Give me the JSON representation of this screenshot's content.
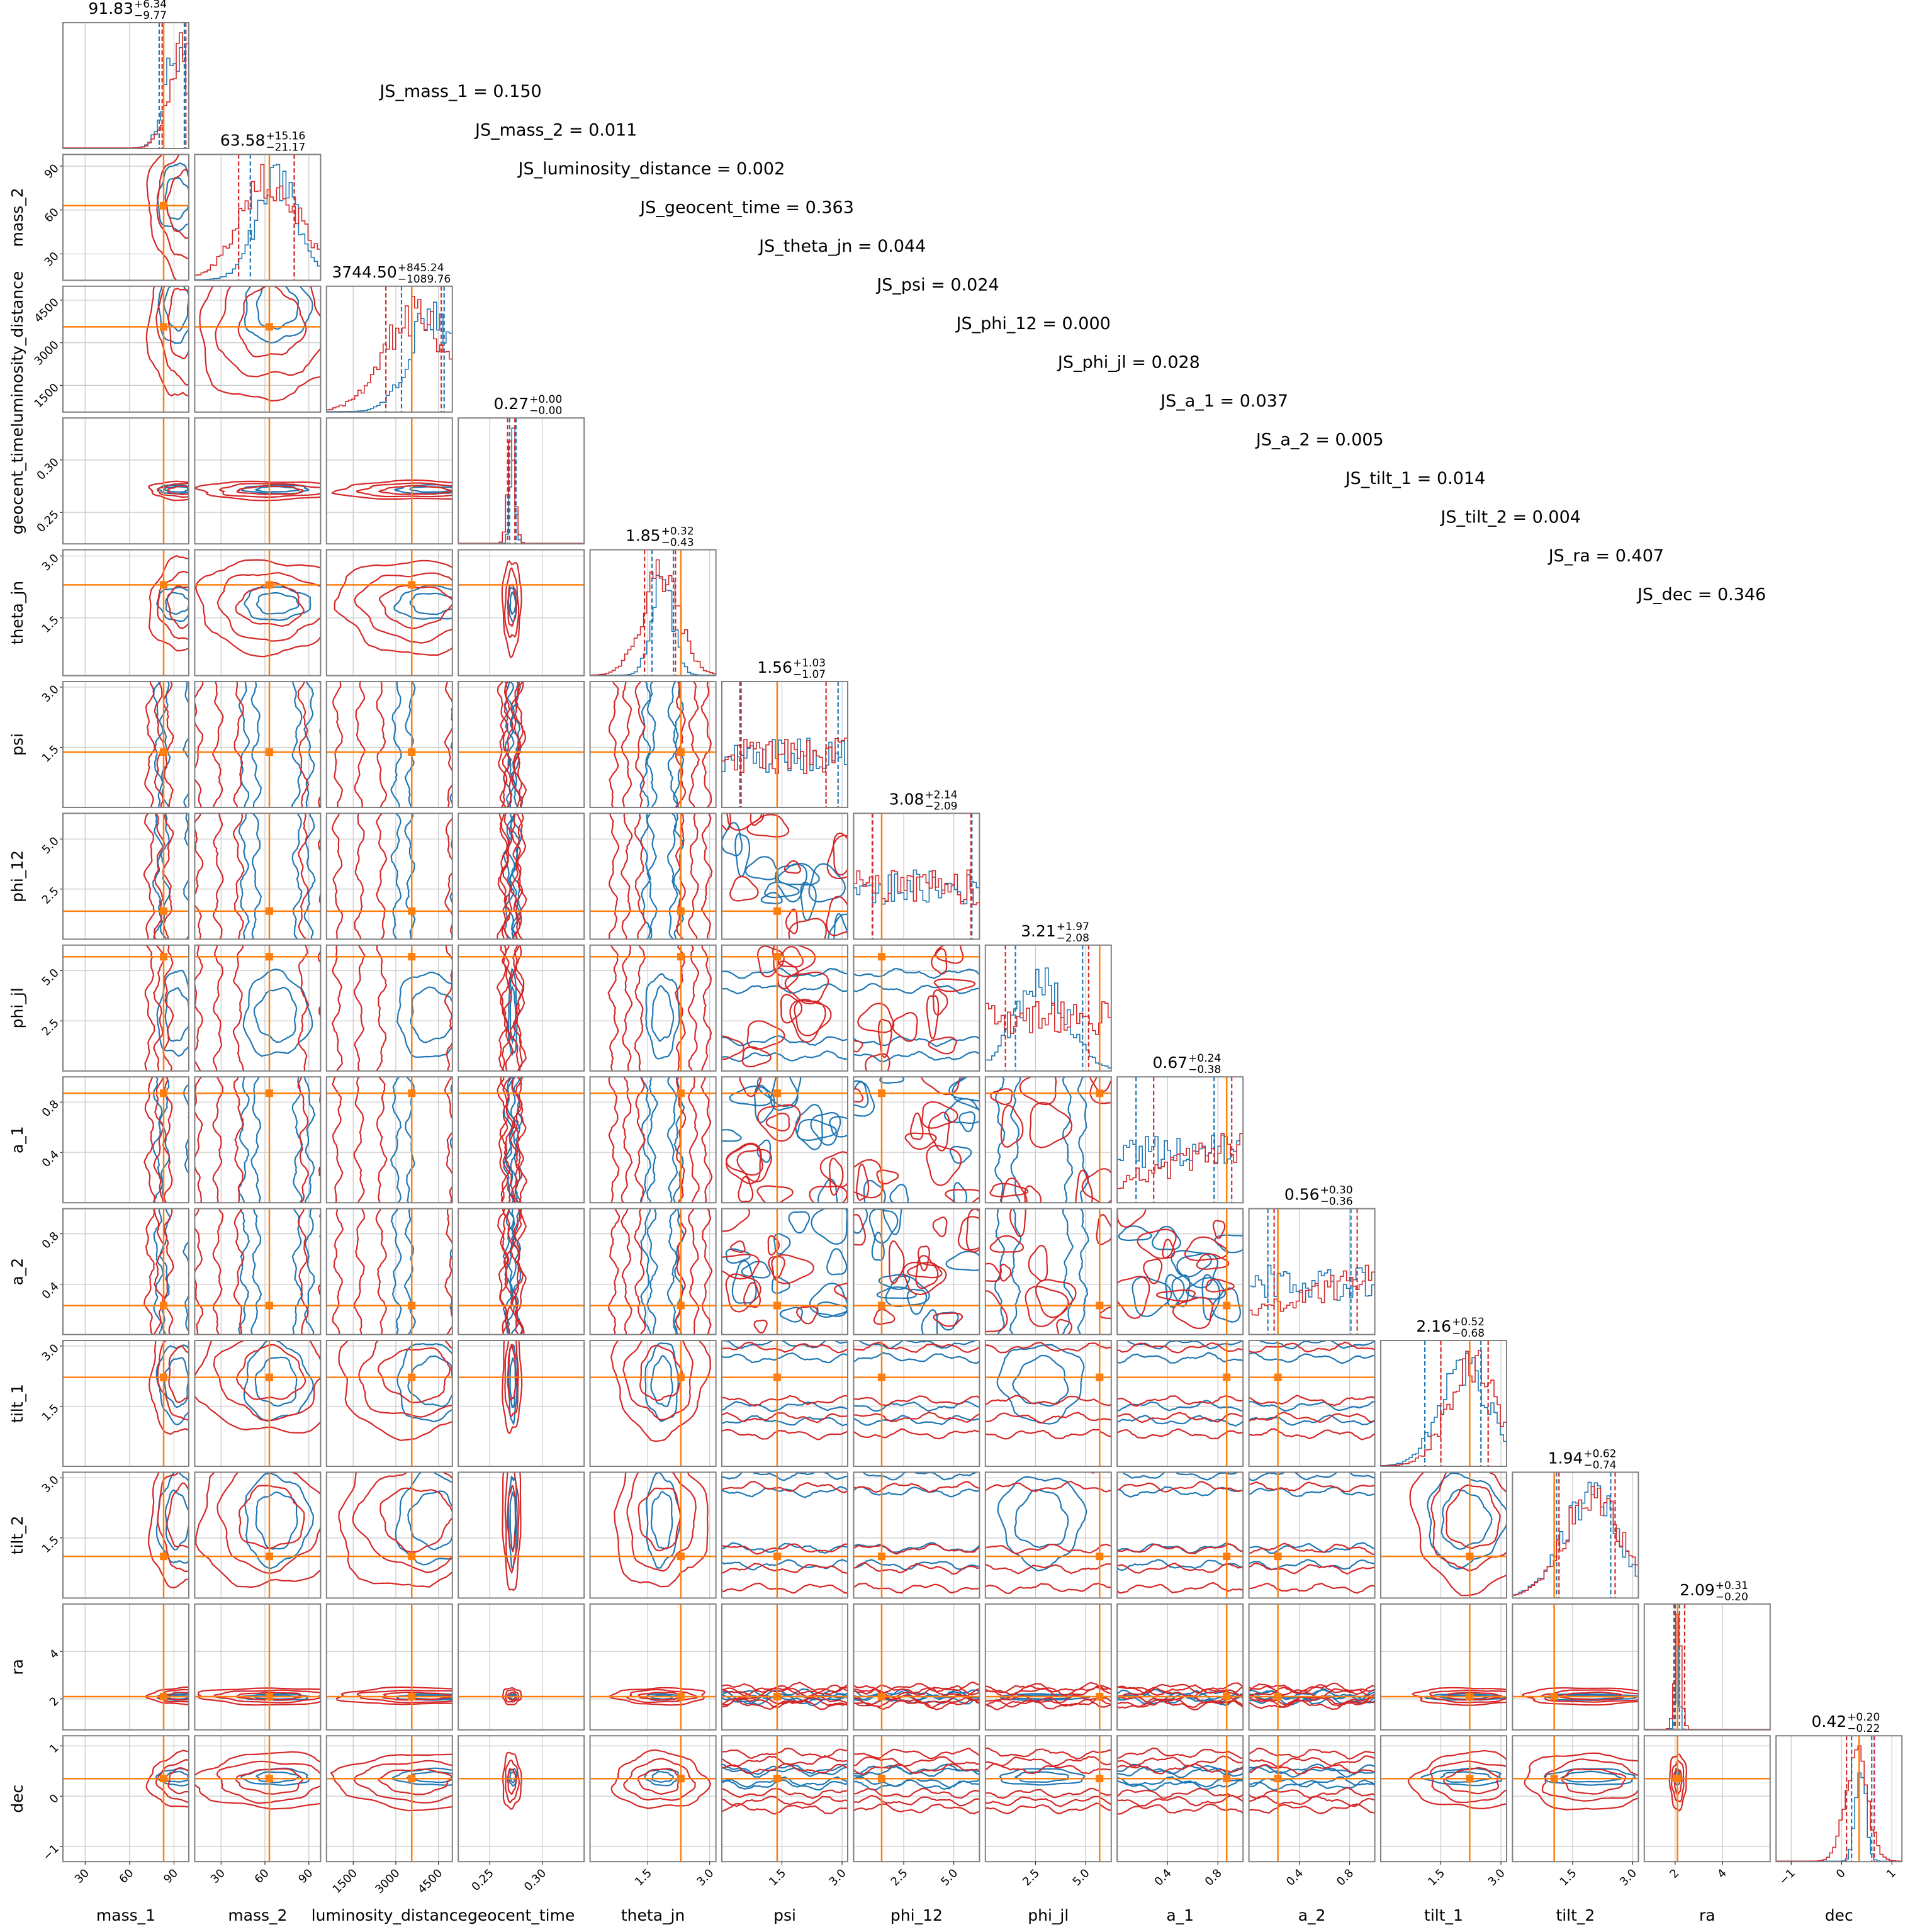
{
  "chart_data": {
    "type": "corner",
    "colors": {
      "blue": "#1f77b4",
      "red": "#d62728",
      "truth": "#ff7f0e",
      "grid": "#c8c8c8",
      "frame": "#808080"
    },
    "series": [
      "blue",
      "red"
    ],
    "params": [
      {
        "name": "mass_1",
        "range": [
          15,
          100
        ],
        "ticks": [
          30,
          60,
          90
        ],
        "tick_labels": [
          "30",
          "60",
          "90"
        ],
        "truth": 83,
        "title": {
          "median": "91.83",
          "plus": "+6.34",
          "minus": "−9.77"
        },
        "blue": {
          "shape": "gauss",
          "mu": 92,
          "sd": 8
        },
        "red": {
          "shape": "gauss",
          "mu": 96,
          "sd": 9
        },
        "quantiles": {
          "blue": [
            80,
            97
          ],
          "red": [
            82,
            98
          ]
        }
      },
      {
        "name": "mass_2",
        "range": [
          12,
          98
        ],
        "ticks": [
          30,
          60,
          90
        ],
        "tick_labels": [
          "30",
          "60",
          "90"
        ],
        "truth": 63,
        "title": {
          "median": "63.58",
          "plus": "+15.16",
          "minus": "−21.17"
        },
        "blue": {
          "shape": "gauss",
          "mu": 68,
          "sd": 14
        },
        "red": {
          "shape": "gauss",
          "mu": 64,
          "sd": 20
        },
        "quantiles": {
          "blue": [
            50,
            80
          ],
          "red": [
            42,
            80
          ]
        }
      },
      {
        "name": "luminosity_distance",
        "range": [
          560,
          4990
        ],
        "ticks": [
          1500,
          3000,
          4500
        ],
        "tick_labels": [
          "1500",
          "3000",
          "4500"
        ],
        "truth": 3560,
        "title": {
          "median": "3744.50",
          "plus": "+845.24",
          "minus": "−1089.76"
        },
        "blue": {
          "shape": "gauss",
          "mu": 4300,
          "sd": 800
        },
        "red": {
          "shape": "gauss",
          "mu": 3700,
          "sd": 1100
        },
        "quantiles": {
          "blue": [
            3200,
            4700
          ],
          "red": [
            2650,
            4600
          ]
        }
      },
      {
        "name": "geocent_time",
        "range": [
          0.22,
          0.34
        ],
        "ticks": [
          0.25,
          0.3
        ],
        "tick_labels": [
          "0.25",
          "0.30"
        ],
        "truth": null,
        "title": {
          "median": "0.27",
          "plus": "+0.00",
          "minus": "−0.00"
        },
        "blue": {
          "shape": "gauss",
          "mu": 0.272,
          "sd": 0.0025
        },
        "red": {
          "shape": "gauss",
          "mu": 0.271,
          "sd": 0.0035
        },
        "quantiles": {
          "blue": [
            0.269,
            0.275
          ],
          "red": [
            0.267,
            0.274
          ]
        }
      },
      {
        "name": "theta_jn",
        "range": [
          0.1,
          3.15
        ],
        "ticks": [
          1.5,
          3.0
        ],
        "tick_labels": [
          "1.5",
          "3.0"
        ],
        "truth": 2.3,
        "title": {
          "median": "1.85",
          "plus": "+0.32",
          "minus": "−0.43"
        },
        "blue": {
          "shape": "gauss",
          "mu": 1.85,
          "sd": 0.25
        },
        "red": {
          "shape": "gauss",
          "mu": 1.8,
          "sd": 0.45
        },
        "quantiles": {
          "blue": [
            1.6,
            2.12
          ],
          "red": [
            1.42,
            2.17
          ]
        }
      },
      {
        "name": "psi",
        "range": [
          0,
          3.14
        ],
        "ticks": [
          1.5,
          3.0
        ],
        "tick_labels": [
          "1.5",
          "3.0"
        ],
        "truth": 1.38,
        "title": {
          "median": "1.56",
          "plus": "+1.03",
          "minus": "−1.07"
        },
        "blue": {
          "shape": "uniform"
        },
        "red": {
          "shape": "uniform"
        },
        "quantiles": {
          "blue": [
            0.45,
            2.9
          ],
          "red": [
            0.48,
            2.6
          ]
        }
      },
      {
        "name": "phi_12",
        "range": [
          0,
          6.28
        ],
        "ticks": [
          2.5,
          5.0
        ],
        "tick_labels": [
          "2.5",
          "5.0"
        ],
        "truth": 1.4,
        "title": {
          "median": "3.08",
          "plus": "+2.14",
          "minus": "−2.09"
        },
        "blue": {
          "shape": "uniform"
        },
        "red": {
          "shape": "uniform"
        },
        "quantiles": {
          "blue": [
            0.95,
            5.9
          ],
          "red": [
            0.93,
            5.85
          ]
        }
      },
      {
        "name": "phi_jl",
        "range": [
          0,
          6.28
        ],
        "ticks": [
          2.5,
          5.0
        ],
        "tick_labels": [
          "2.5",
          "5.0"
        ],
        "truth": 5.7,
        "title": {
          "median": "3.21",
          "plus": "+1.97",
          "minus": "−2.08"
        },
        "blue": {
          "shape": "gauss",
          "mu": 2.8,
          "sd": 1.3
        },
        "red": {
          "shape": "uniform"
        },
        "quantiles": {
          "blue": [
            1.5,
            4.85
          ],
          "red": [
            1.0,
            5.15
          ]
        }
      },
      {
        "name": "a_1",
        "range": [
          0,
          1
        ],
        "ticks": [
          0.4,
          0.8
        ],
        "tick_labels": [
          "0.4",
          "0.8"
        ],
        "truth": 0.87,
        "title": {
          "median": "0.67",
          "plus": "+0.24",
          "minus": "−0.38"
        },
        "blue": {
          "shape": "uniform"
        },
        "red": {
          "shape": "ramp"
        },
        "quantiles": {
          "blue": [
            0.15,
            0.77
          ],
          "red": [
            0.29,
            0.91
          ]
        }
      },
      {
        "name": "a_2",
        "range": [
          0,
          1
        ],
        "ticks": [
          0.4,
          0.8
        ],
        "tick_labels": [
          "0.4",
          "0.8"
        ],
        "truth": 0.23,
        "title": {
          "median": "0.56",
          "plus": "+0.30",
          "minus": "−0.36"
        },
        "blue": {
          "shape": "uniform"
        },
        "red": {
          "shape": "ramp"
        },
        "quantiles": {
          "blue": [
            0.15,
            0.81
          ],
          "red": [
            0.2,
            0.86
          ]
        }
      },
      {
        "name": "tilt_1",
        "range": [
          0,
          3.14
        ],
        "ticks": [
          1.5,
          3.0
        ],
        "tick_labels": [
          "1.5",
          "3.0"
        ],
        "truth": 2.22,
        "title": {
          "median": "2.16",
          "plus": "+0.52",
          "minus": "−0.68"
        },
        "blue": {
          "shape": "gauss",
          "mu": 2.1,
          "sd": 0.6
        },
        "red": {
          "shape": "gauss",
          "mu": 2.3,
          "sd": 0.6
        },
        "quantiles": {
          "blue": [
            1.1,
            2.5
          ],
          "red": [
            1.5,
            2.68
          ]
        }
      },
      {
        "name": "tilt_2",
        "range": [
          0,
          3.14
        ],
        "ticks": [
          1.5,
          3.0
        ],
        "tick_labels": [
          "1.5",
          "3.0"
        ],
        "truth": 1.04,
        "title": {
          "median": "1.94",
          "plus": "+0.62",
          "minus": "−0.74"
        },
        "blue": {
          "shape": "gauss",
          "mu": 1.95,
          "sd": 0.7
        },
        "red": {
          "shape": "gauss",
          "mu": 2.0,
          "sd": 0.7
        },
        "quantiles": {
          "blue": [
            1.1,
            2.45
          ],
          "red": [
            1.16,
            2.56
          ]
        }
      },
      {
        "name": "ra",
        "range": [
          0.7,
          6.0
        ],
        "ticks": [
          2,
          4
        ],
        "tick_labels": [
          "2",
          "4"
        ],
        "truth": 2.1,
        "title": {
          "median": "2.09",
          "plus": "+0.31",
          "minus": "−0.20"
        },
        "blue": {
          "shape": "gauss",
          "mu": 2.08,
          "sd": 0.08
        },
        "red": {
          "shape": "gauss",
          "mu": 2.12,
          "sd": 0.14
        },
        "quantiles": {
          "blue": [
            1.95,
            2.18
          ],
          "red": [
            2.0,
            2.4
          ]
        }
      },
      {
        "name": "dec",
        "range": [
          -1.3,
          1.2
        ],
        "ticks": [
          -1,
          0,
          1
        ],
        "tick_labels": [
          "−1",
          "0",
          "1"
        ],
        "truth": 0.35,
        "title": {
          "median": "0.42",
          "plus": "+0.20",
          "minus": "−0.22"
        },
        "blue": {
          "shape": "gauss",
          "mu": 0.38,
          "sd": 0.1
        },
        "red": {
          "shape": "gauss",
          "mu": 0.3,
          "sd": 0.22
        },
        "quantiles": {
          "blue": [
            0.2,
            0.6
          ],
          "red": [
            0.1,
            0.65
          ]
        }
      }
    ],
    "js_divergences": [
      "JS_mass_1 = 0.150",
      "JS_mass_2 = 0.011",
      "JS_luminosity_distance = 0.002",
      "JS_geocent_time = 0.363",
      "JS_theta_jn = 0.044",
      "JS_psi = 0.024",
      "JS_phi_12 = 0.000",
      "JS_phi_jl = 0.028",
      "JS_a_1 = 0.037",
      "JS_a_2 = 0.005",
      "JS_tilt_1 = 0.014",
      "JS_tilt_2 = 0.004",
      "JS_ra = 0.407",
      "JS_dec = 0.346"
    ]
  }
}
